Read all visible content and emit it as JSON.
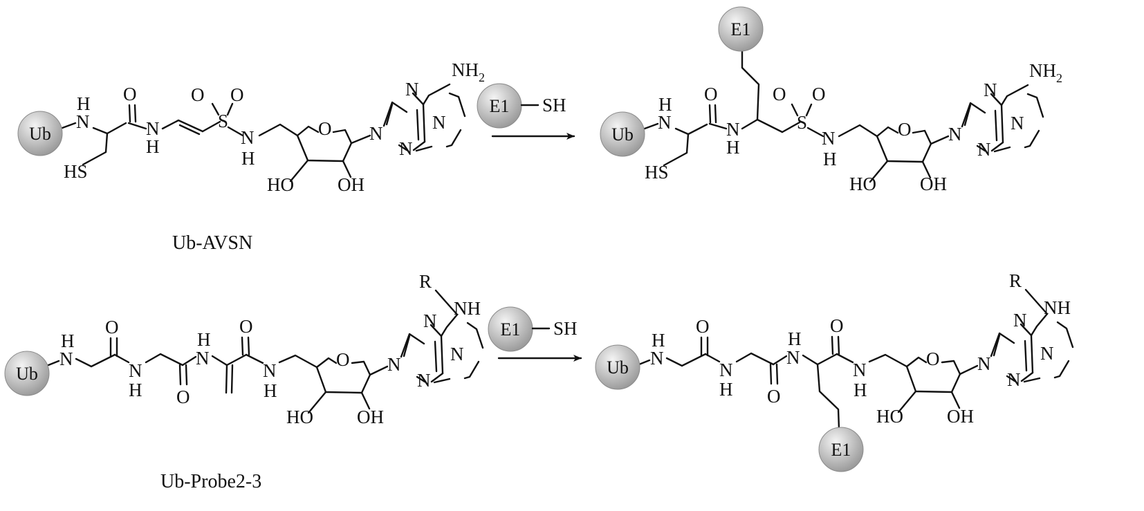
{
  "bead_colors": {
    "light": "#f4f4f4",
    "dark": "#9a9a9a",
    "edge": "#8a8a8a"
  },
  "beads": {
    "ub": "Ub",
    "e1": "E1"
  },
  "atoms": {
    "N": "N",
    "H": "H",
    "O": "O",
    "S": "S",
    "NH": "NH",
    "HS": "HS",
    "SH": "SH",
    "HO": "HO",
    "OH": "OH",
    "R": "R",
    "NH2": "NH",
    "sub2": "2"
  },
  "captions": {
    "top_reactant": "Ub-AVSN",
    "bottom_reactant": "Ub-Probe2-3"
  },
  "reagent": {
    "enzyme": "E1",
    "thiol": "SH"
  }
}
